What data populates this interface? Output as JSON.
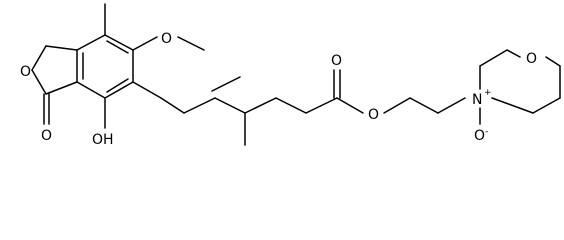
{
  "molecule": {
    "atoms": {
      "O_lactone_ring": "O",
      "O_carbonyl_lactone": "O",
      "OH_phenol": "OH",
      "O_methoxy": "O",
      "O_ester_carbonyl": "O",
      "O_ester": "O",
      "N_morpholine": "N",
      "N_charge": "+",
      "O_morpholine": "O",
      "O_n_oxide": "O",
      "O_n_oxide_charge": "-"
    }
  },
  "colors": {
    "bond": "#000000",
    "background": "#ffffff"
  }
}
